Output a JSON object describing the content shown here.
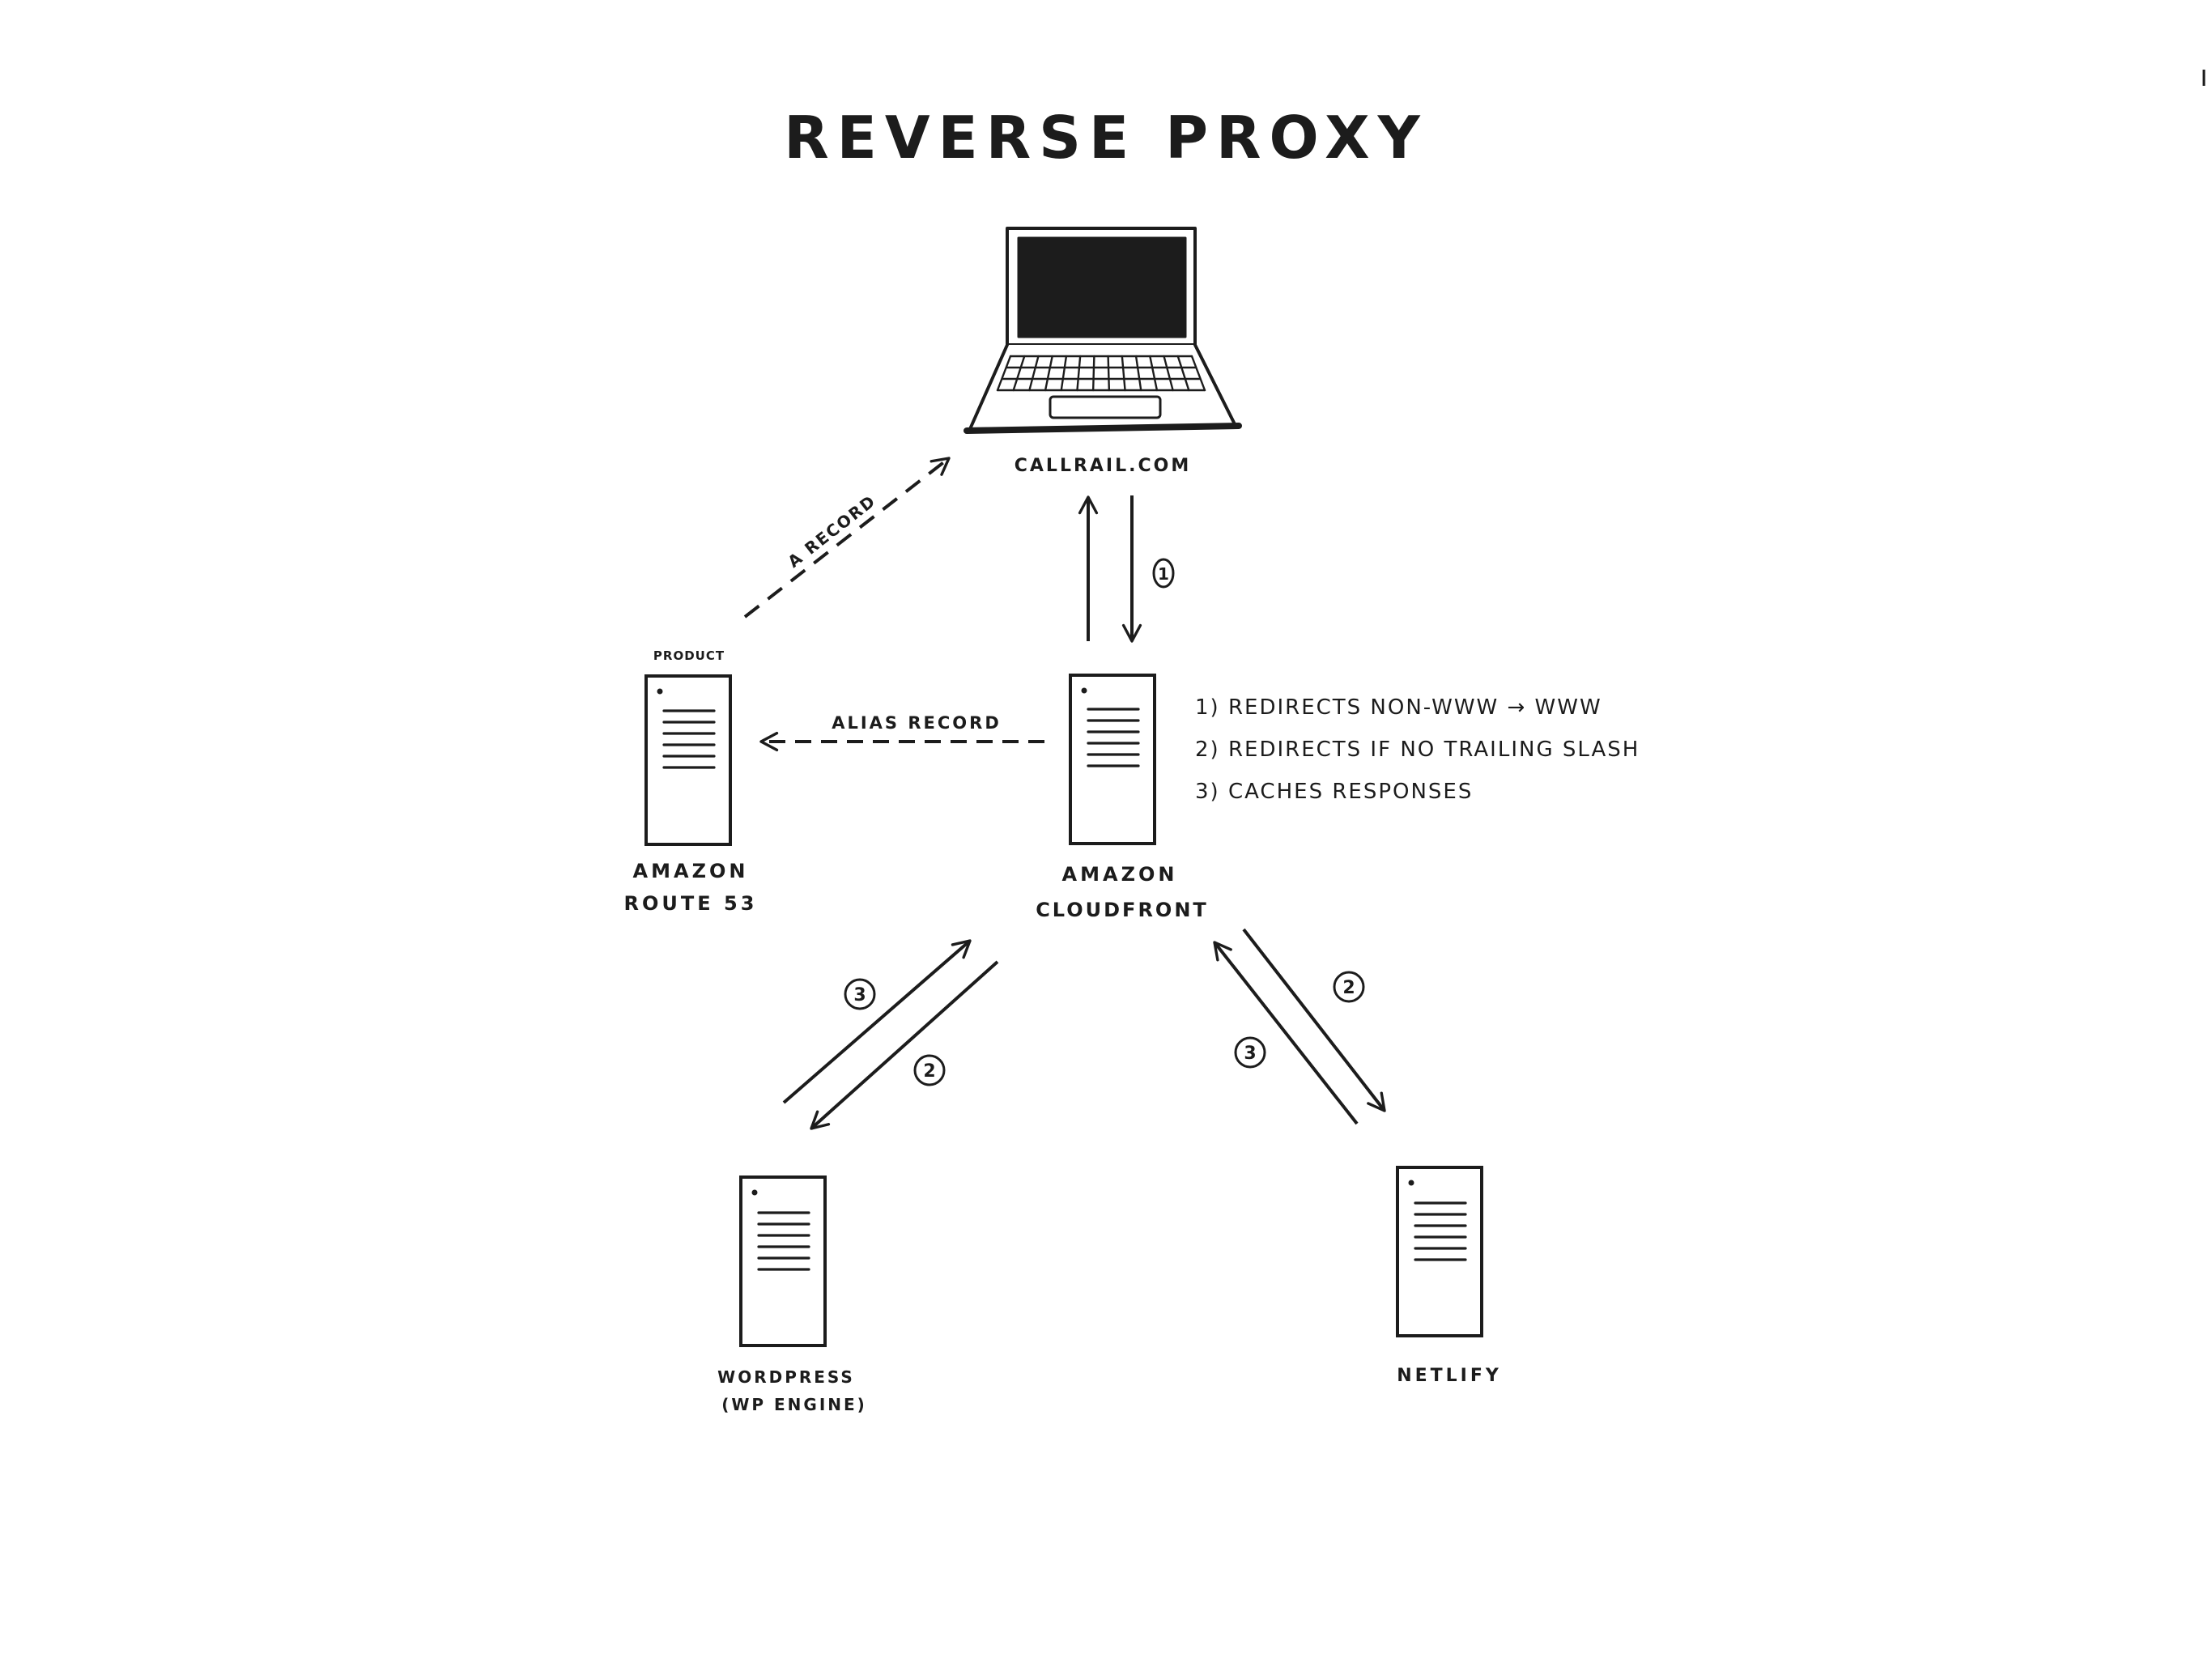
{
  "title": "REVERSE PROXY",
  "colors": {
    "ink": "#1c1c1c",
    "background": "#ffffff",
    "screen": "#1c1c1c"
  },
  "nodes": {
    "client": {
      "label": "CALLRAIL.COM",
      "icon": "laptop-icon"
    },
    "route53": {
      "tag": "PRODUCT",
      "label_line1": "AMAZON",
      "label_line2": "ROUTE 53",
      "icon": "server-icon"
    },
    "cloudfront": {
      "label_line1": "AMAZON",
      "label_line2": "CLOUDFRONT",
      "icon": "server-icon"
    },
    "wordpress": {
      "label_line1": "WORDPRESS",
      "label_line2": "(WP ENGINE)",
      "icon": "server-icon"
    },
    "netlify": {
      "label": "NETLIFY",
      "icon": "server-icon"
    }
  },
  "edges": {
    "a_record": {
      "label": "A RECORD",
      "style": "dashed"
    },
    "alias_record": {
      "label": "ALIAS RECORD",
      "style": "dashed"
    },
    "step1": "1",
    "step2_wp": "2",
    "step3_wp": "3",
    "step2_netlify": "2",
    "step3_netlify": "3"
  },
  "cloudfront_notes": [
    "1) REDIRECTS NON-WWW → WWW",
    "2) REDIRECTS IF NO TRAILING SLASH",
    "3) CACHES RESPONSES"
  ]
}
